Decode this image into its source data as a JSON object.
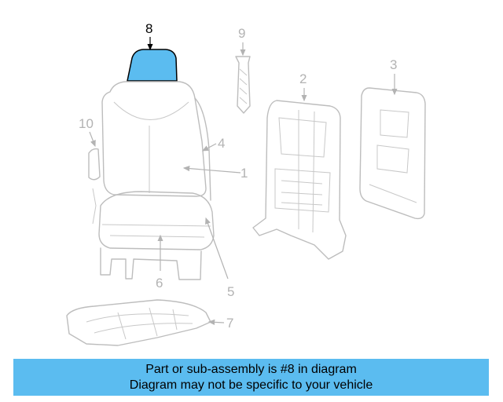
{
  "diagram": {
    "highlighted_part": "8",
    "callouts": {
      "p1": "1",
      "p2": "2",
      "p3": "3",
      "p4": "4",
      "p5": "5",
      "p6": "6",
      "p7": "7",
      "p8": "8",
      "p9": "9",
      "p10": "10"
    }
  },
  "banner": {
    "line1": "Part or sub-assembly is #8 in diagram",
    "line2": "Diagram may not be specific to your vehicle"
  },
  "colors": {
    "highlight": "#5bbcf0",
    "banner": "#5bbcf0",
    "line_art": "#bdbdbd"
  }
}
